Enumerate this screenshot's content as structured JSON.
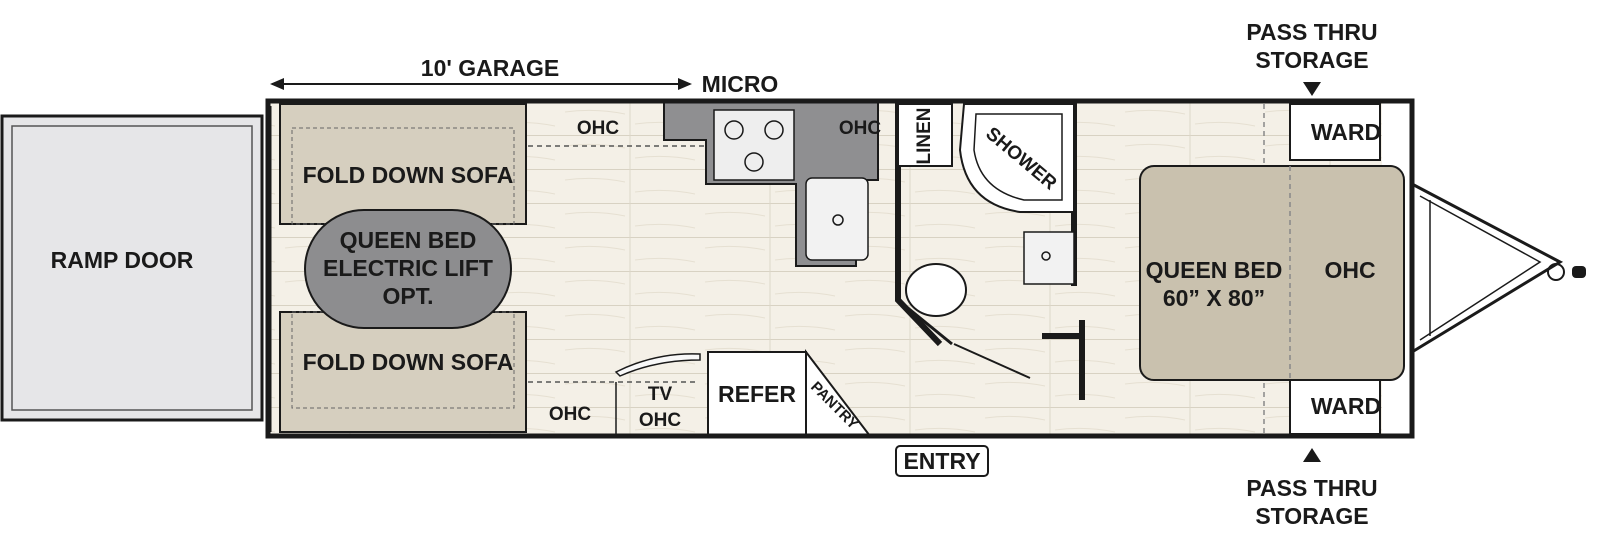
{
  "labels": {
    "garage": "10' GARAGE",
    "micro": "MICRO",
    "pass_thru_top_line1": "PASS THRU",
    "pass_thru_top_line2": "STORAGE",
    "pass_thru_bottom_line1": "PASS THRU",
    "pass_thru_bottom_line2": "STORAGE",
    "ramp_door": "RAMP DOOR",
    "fold_down_sofa_top": "FOLD DOWN SOFA",
    "fold_down_sofa_bottom": "FOLD DOWN SOFA",
    "queen_bed_lift_line1": "QUEEN BED",
    "queen_bed_lift_line2": "ELECTRIC LIFT",
    "queen_bed_lift_line3": "OPT.",
    "ohc_garage_top": "OHC",
    "ohc_kitchen": "OHC",
    "ohc_garage_bottom": "OHC",
    "tv_ohc_line1": "TV",
    "tv_ohc_line2": "OHC",
    "refer": "REFER",
    "pantry": "PANTRY",
    "linen": "LINEN",
    "shower": "SHOWER",
    "entry": "ENTRY",
    "ward_top": "WARD",
    "ward_bottom": "WARD",
    "queen_bed_line1": "QUEEN BED",
    "queen_bed_line2": "60” X 80”",
    "ohc_bedroom": "OHC"
  },
  "colors": {
    "wall": "#1a1a1a",
    "sofa_fill": "#d6cfbf",
    "bed_fill": "#c9c1ae",
    "ramp_fill": "#e6e6e8",
    "counter_fill": "#8f8f91",
    "floor_fill": "#f4f0e7",
    "lift_bed_fill": "#8d8d8f"
  }
}
